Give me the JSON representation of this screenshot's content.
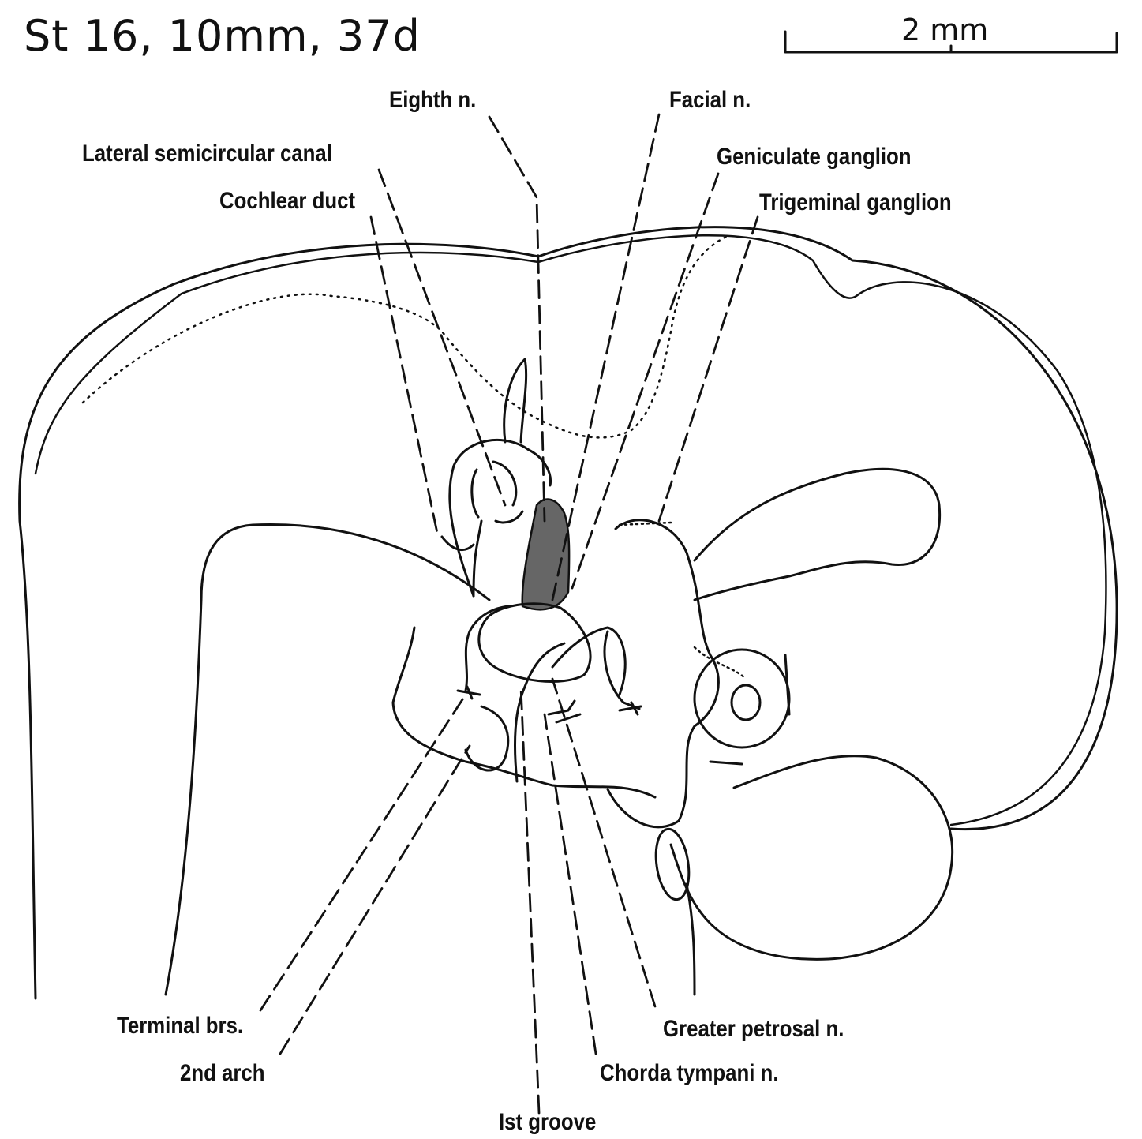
{
  "title": "St 16, 10mm, 37d",
  "scale_bar": {
    "label": "2 mm"
  },
  "labels": {
    "eighth_n": "Eighth n.",
    "facial_n": "Facial n.",
    "lateral_semicircular_canal": "Lateral semicircular canal",
    "geniculate_ganglion": "Geniculate ganglion",
    "cochlear_duct": "Cochlear duct",
    "trigeminal_ganglion": "Trigeminal ganglion",
    "terminal_brs": "Terminal brs.",
    "greater_petrosal_n": "Greater petrosal n.",
    "second_arch": "2nd arch",
    "chorda_tympani_n": "Chorda tympani n.",
    "first_groove": "Ist groove"
  },
  "colors": {
    "ink": "#111111",
    "stipple": "#555555",
    "background": "#ffffff"
  }
}
